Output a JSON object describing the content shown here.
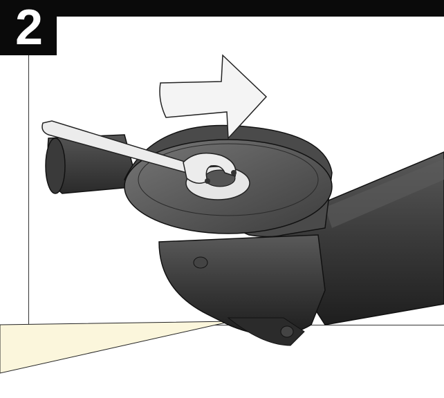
{
  "step": {
    "number": "2"
  },
  "illustration": {
    "subject": "angle-grinder",
    "tool": "spanner-wrench",
    "indicator": "rotation-arrow",
    "colors": {
      "body": "#3a3a3a",
      "body_dark": "#1f1f1f",
      "disc": "#555555",
      "wrench": "#e8e8e8",
      "arrow": "#f4f4f4",
      "callout": "#fbf6dc",
      "frame": "#0a0a0a"
    }
  }
}
